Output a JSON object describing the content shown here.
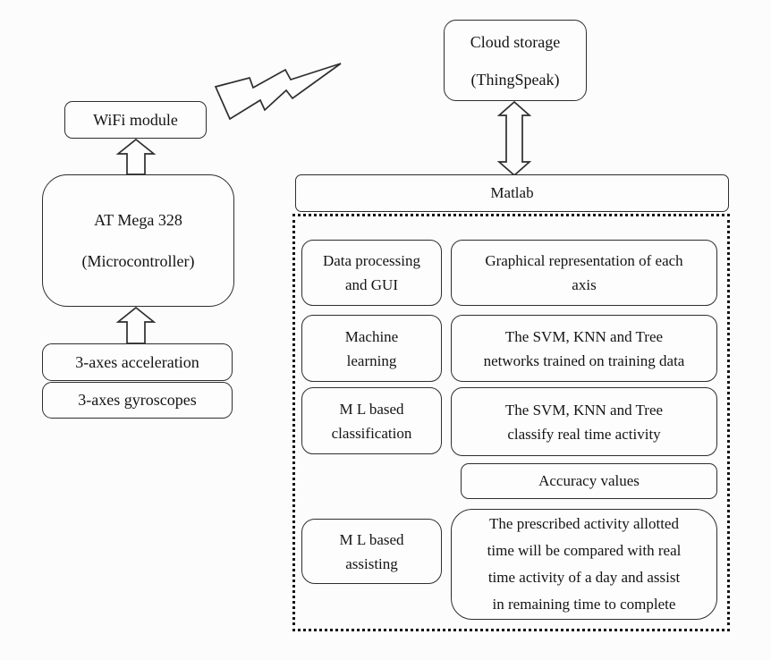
{
  "left": {
    "wifi": "WiFi module",
    "mcu_line1": "AT Mega 328",
    "mcu_line2": "(Microcontroller)",
    "acceleration": "3-axes acceleration",
    "gyroscopes": "3-axes gyroscopes"
  },
  "cloud": {
    "line1": "Cloud storage",
    "line2": "(ThingSpeak)"
  },
  "matlab_label": "Matlab",
  "process": {
    "rows": [
      {
        "left_lines": [
          "Data processing",
          "and GUI"
        ],
        "right_lines": [
          "Graphical representation of each",
          "axis"
        ]
      },
      {
        "left_lines": [
          "Machine",
          "learning"
        ],
        "right_lines": [
          "The SVM, KNN and Tree",
          "networks trained on training data"
        ]
      },
      {
        "left_lines": [
          "M L based",
          "classification"
        ],
        "right_lines": [
          "The SVM, KNN and Tree",
          "classify real time activity"
        ]
      },
      {
        "right_lines": [
          "Accuracy values"
        ]
      },
      {
        "left_lines": [
          "M L based",
          "assisting"
        ],
        "right_lines": [
          "The prescribed activity allotted",
          "time will be compared with real",
          "time activity of a day and assist",
          "in remaining time to complete"
        ]
      }
    ]
  },
  "icons": {
    "wireless_link": "lightning-bolt-arrow",
    "cloud_matlab_link": "double-headed-arrow",
    "mcu_wifi_link": "up-block-arrow",
    "sensors_mcu_link": "up-block-arrow"
  },
  "colors": {
    "background": "#fcfcfc",
    "stroke": "#2e2e2e",
    "text": "#141414"
  }
}
